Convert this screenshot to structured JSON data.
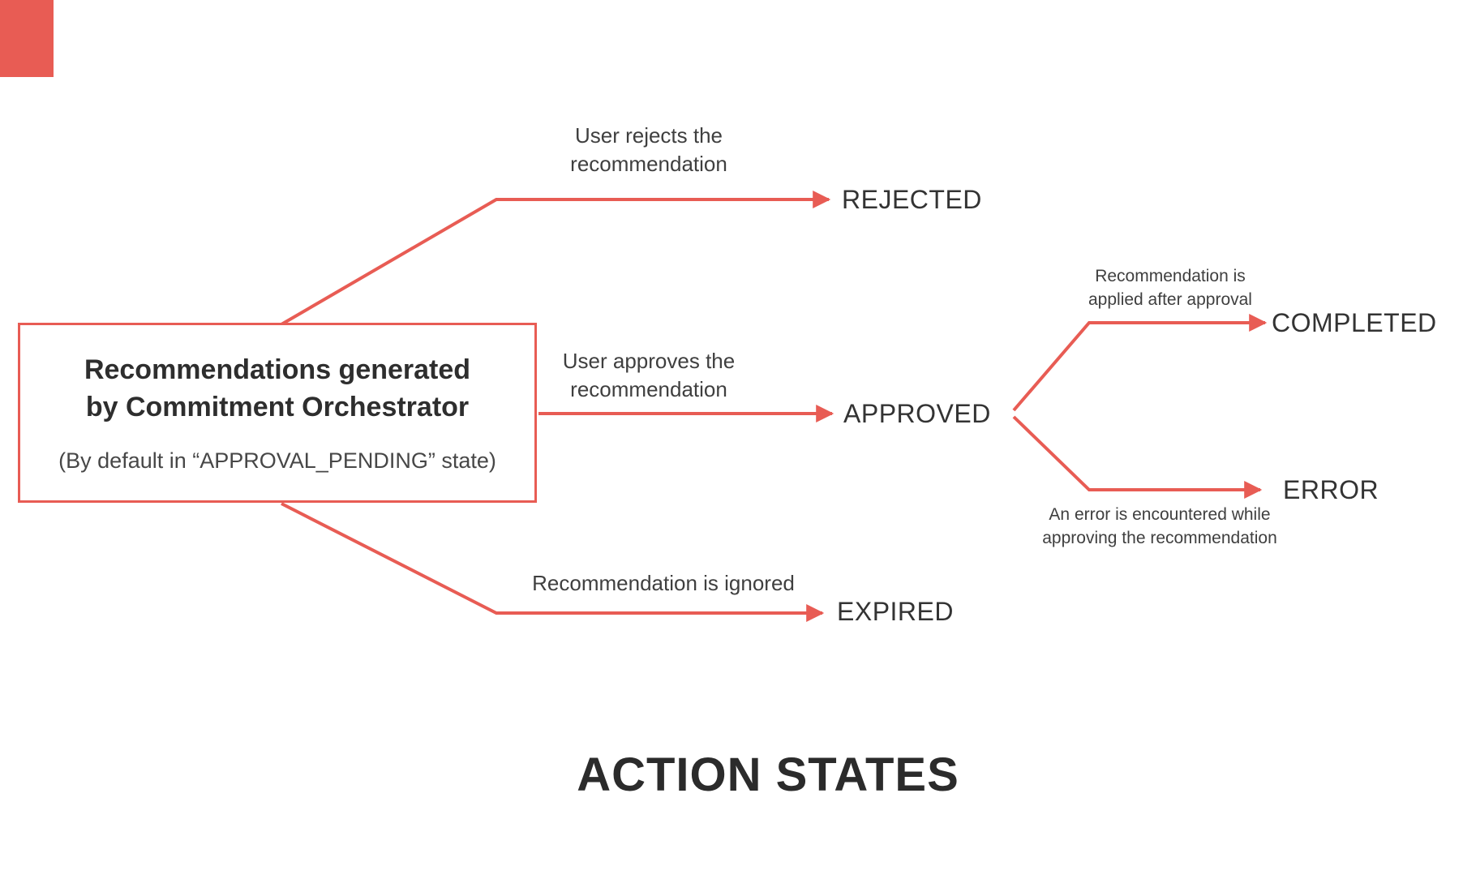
{
  "colors": {
    "accent": "#e85c54",
    "ink": "#2e2e2e",
    "label": "#3f3f3f"
  },
  "source": {
    "title_line1": "Recommendations generated",
    "title_line2": "by Commitment Orchestrator",
    "subtitle": "(By default in “APPROVAL_PENDING” state)"
  },
  "transitions": {
    "rejected": {
      "condition": "User rejects the recommendation",
      "state": "REJECTED"
    },
    "approved": {
      "condition": "User approves the recommendation",
      "state": "APPROVED"
    },
    "expired": {
      "condition": "Recommendation is ignored",
      "state": "EXPIRED"
    },
    "completed": {
      "condition": "Recommendation is applied after approval",
      "state": "COMPLETED"
    },
    "error": {
      "condition": "An error is encountered while approving the recommendation",
      "state": "ERROR"
    }
  },
  "title": "ACTION STATES"
}
